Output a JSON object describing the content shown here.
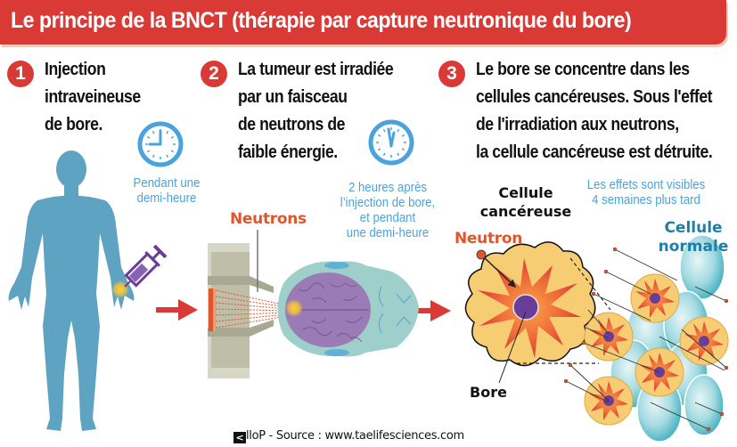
{
  "title": "Le principe de la BNCT (thérapie par capture neutronique du bore)",
  "steps": [
    {
      "number": "1",
      "lines": [
        "Injection",
        "intraveineuse",
        "de bore."
      ],
      "note": [
        "Pendant une",
        "demi-heure"
      ],
      "icon": "clock-icon"
    },
    {
      "number": "2",
      "lines": [
        "La tumeur est irradiée",
        "par un faisceau",
        "de neutrons de",
        "faible énergie."
      ],
      "note": [
        "2 heures après",
        "l’injection de bore,",
        "et pendant",
        "une demi-heure"
      ],
      "icon": "clock-icon"
    },
    {
      "number": "3",
      "lines": [
        "Le bore se concentre dans les",
        "cellules cancéreuses. Sous l'effet",
        "de l'irradiation aux neutrons,",
        "la cellule cancéreuse est détruite."
      ],
      "note": [
        "Les effets sont visibles",
        "4 semaines plus tard"
      ]
    }
  ],
  "labels": {
    "neutrons": "Neutrons",
    "neutron": "Neutron",
    "cancer_cell": [
      "Cellule",
      "cancéreuse"
    ],
    "normal_cell": [
      "Cellule",
      "normale"
    ],
    "bore": "Bore"
  },
  "footer": {
    "logo_mark": "<",
    "logo_text": "lloP",
    "source": " - Source : www.taelifesciences.com"
  },
  "colors": {
    "title_red": "#d93a35",
    "step_red": "#d93a35",
    "note_blue": "#4aa3db",
    "body_blue": "#5ea3c1",
    "label_orange": "#e0562c",
    "normal_cell_teal": "#1f7fa6",
    "brain_purple": "#9b7bb5",
    "syringe_purple": "#6a3e96",
    "cancer_yellow": "#f7cd73",
    "arrow_red": "#d93a35"
  }
}
